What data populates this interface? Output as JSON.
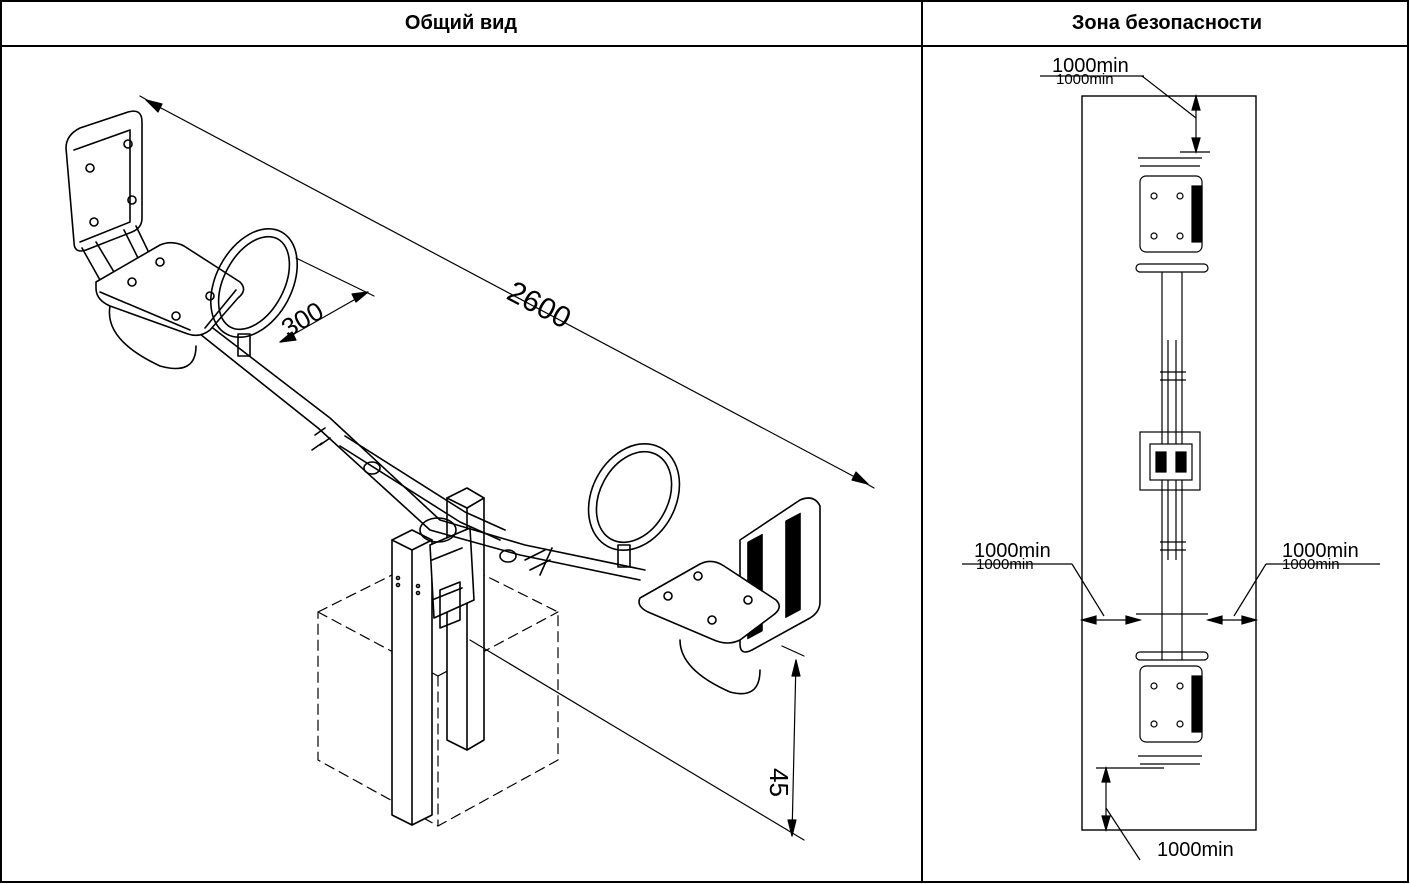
{
  "header": {
    "left_title": "Общий вид",
    "right_title": "Зона безопасности"
  },
  "general_view": {
    "dim_length": "2600",
    "dim_handle": "300",
    "dim_height": "45"
  },
  "safety_zone": {
    "top_label": "1000min",
    "top_label_dup": "1000min",
    "left_label": "1000min",
    "left_label_dup": "1000min",
    "right_label": "1000min",
    "right_label_dup": "1000min",
    "bottom_label": "1000min"
  }
}
